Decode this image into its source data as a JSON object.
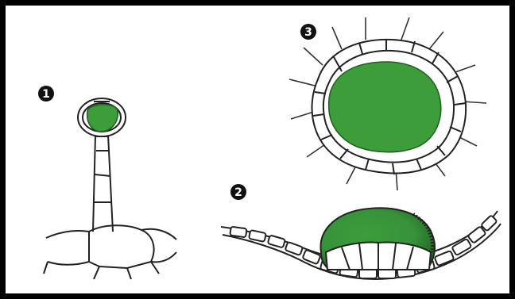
{
  "figure": {
    "labels": [
      "1",
      "2",
      "3"
    ],
    "colors": {
      "content": "#3c9d3a",
      "content_dark": "#1f5e1e",
      "outline": "#222222",
      "frame": "#000000"
    },
    "icons": [
      "numbered-badge"
    ]
  }
}
